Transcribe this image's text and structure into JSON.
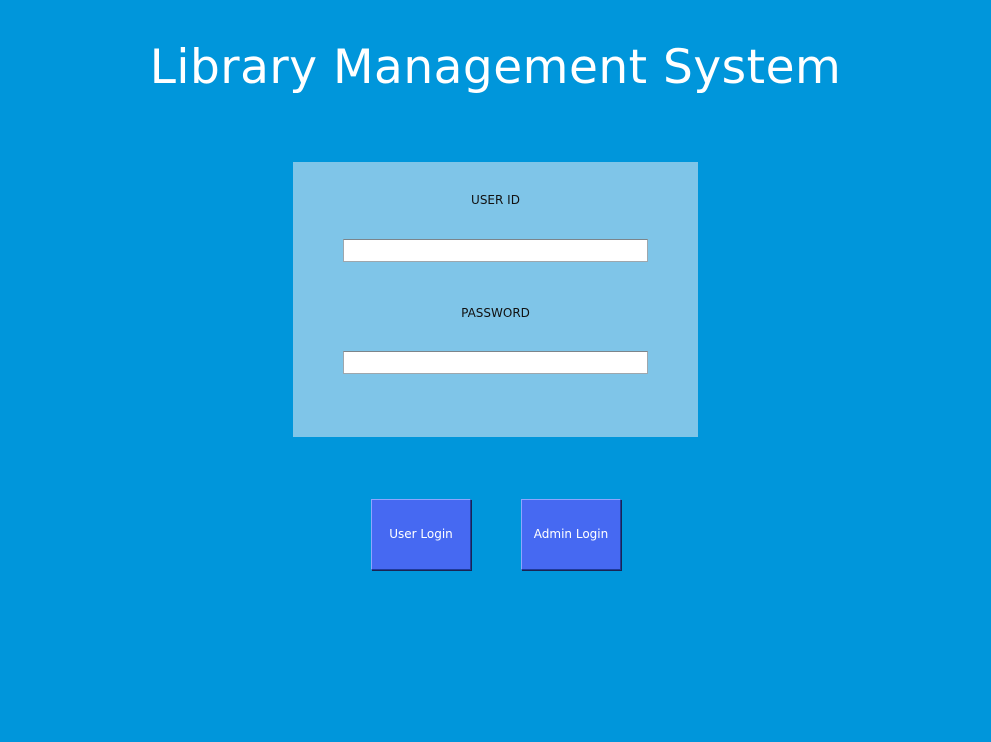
{
  "app": {
    "title": "Library Management System"
  },
  "login_form": {
    "user_id_label": "USER ID",
    "user_id_value": "",
    "password_label": "PASSWORD",
    "password_value": ""
  },
  "actions": {
    "user_login_label": "User Login",
    "admin_login_label": "Admin Login"
  },
  "colors": {
    "background": "#0096db",
    "panel": "#7fc5e8",
    "button": "#4669f2",
    "title_text": "#ffffff"
  }
}
